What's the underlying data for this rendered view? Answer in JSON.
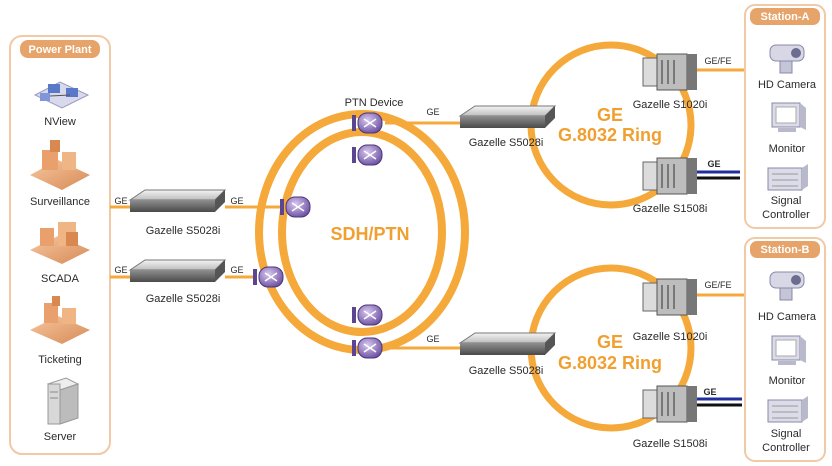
{
  "power_plant": {
    "title": "Power Plant",
    "items": [
      "NView",
      "Surveillance",
      "SCADA",
      "Ticketing",
      "Server"
    ]
  },
  "core": {
    "ring_label": "SDH/PTN",
    "ptn_device_label": "PTN Device",
    "switch_left_top": "Gazelle S5028i",
    "switch_left_bottom": "Gazelle S5028i"
  },
  "ring_a": {
    "line1": "GE",
    "line2": "G.8032 Ring",
    "switch_main": "Gazelle S5028i",
    "node_top": "Gazelle S1020i",
    "node_bottom": "Gazelle S1508i"
  },
  "ring_b": {
    "line1": "GE",
    "line2": "G.8032 Ring",
    "switch_main": "Gazelle S5028i",
    "node_top": "Gazelle S1020i",
    "node_bottom": "Gazelle S1508i"
  },
  "station_a": {
    "title": "Station-A",
    "items": [
      "HD Camera",
      "Monitor",
      "Signal",
      "Controller"
    ]
  },
  "station_b": {
    "title": "Station-B",
    "items": [
      "HD Camera",
      "Monitor",
      "Signal",
      "Controller"
    ]
  },
  "links": {
    "ge": "GE",
    "gefe": "GE/FE"
  },
  "colors": {
    "ring": "#f4a93a",
    "panel_header": "#e6a36a",
    "panel_border": "#f1c9a5",
    "link_blue": "#1f2f9e"
  }
}
